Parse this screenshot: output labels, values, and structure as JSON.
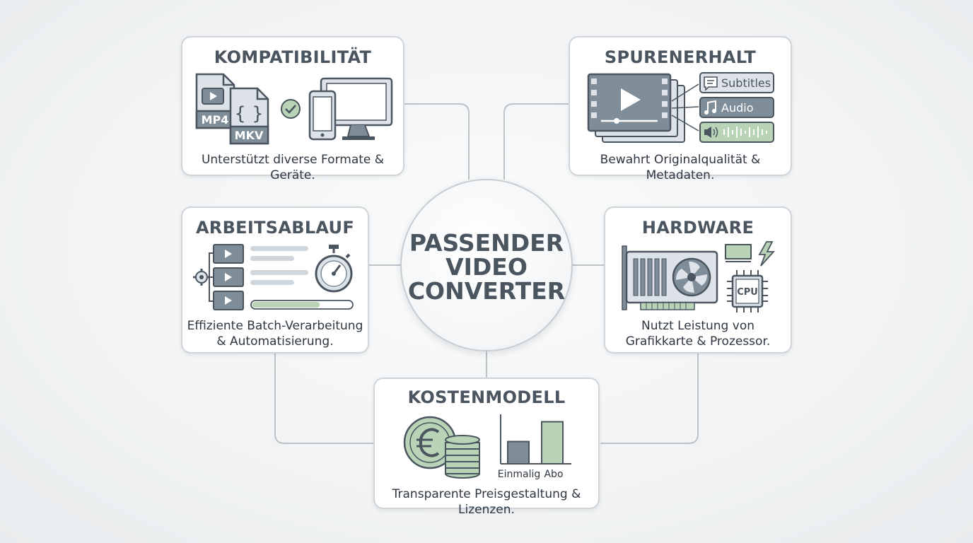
{
  "hub": {
    "lines": [
      "PASSENDER",
      "VIDEO",
      "CONVERTER"
    ]
  },
  "cards": {
    "compat": {
      "title": "KOMPATIBILITÄT",
      "caption": "Unterstützt diverse Formate & Geräte.",
      "labels": {
        "mp4": "MP4",
        "mkv": "MKV"
      }
    },
    "tracks": {
      "title": "SPURENERHALT",
      "caption": "Bewahrt Originalqualität & Metadaten.",
      "labels": {
        "subtitles": "Subtitles",
        "audio": "Audio"
      }
    },
    "workflow": {
      "title": "ARBEITSABLAUF",
      "caption_lines": [
        "Effiziente Batch-Verarbeitung",
        "& Automatisierung."
      ],
      "progress": 0.68
    },
    "hardware": {
      "title": "HARDWARE",
      "caption_lines": [
        "Nutzt Leistung von",
        "Grafikkarte & Prozessor."
      ],
      "labels": {
        "cpu": "CPU"
      }
    },
    "cost": {
      "title": "KOSTENMODELL",
      "caption": "Transparente Preisgestaltung & Lizenzen.",
      "chart": {
        "categories": [
          "Einmalig",
          "Abo"
        ],
        "values": [
          0.45,
          0.85
        ]
      }
    }
  },
  "colors": {
    "slate": "#4a5560",
    "icon_fill": "#7f8d99",
    "icon_light": "#dde3e8",
    "green": "#b9d3b6",
    "green_dark": "#6b8a6b",
    "line": "#bcc4ca"
  }
}
